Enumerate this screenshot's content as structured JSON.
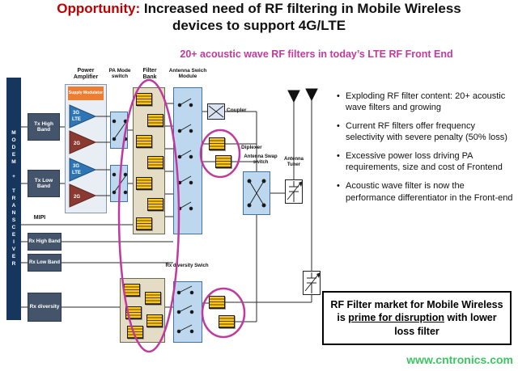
{
  "title": {
    "keyword": "Opportunity:",
    "line1_rest": " Increased need of RF filtering in Mobile Wireless",
    "line2": "devices to support 4G/LTE"
  },
  "subtitle": "20+ acoustic wave RF filters in today’s LTE RF Front End",
  "diagram": {
    "modem_bar": "MODEM + TRANSCEIVER",
    "headers": {
      "power_amplifier": "Power Amplifier",
      "pa_mode_switch": "PA Mode switch",
      "filter_bank": "Filter Bank",
      "antenna_switch_module": "Antenna Swich Module"
    },
    "blocks": {
      "supply_modulator": "Supply Modulator",
      "tx_high_band": "Tx High Band",
      "tx_low_band": "Tx Low Band",
      "mipi": "MIPI",
      "rx_high_band": "Rx High Band",
      "rx_low_band": "Rx Low Band",
      "rx_diversity": "Rx diversity",
      "coupler": "Coupler",
      "diplexer": "Diplexer",
      "antenna_swap_switch": "Antenna Swap switch",
      "antenna_tuner": "Antenna Tuner",
      "rx_diversity_switch": "Rx diversity Swich"
    },
    "amp_labels": {
      "lte_top": "3G",
      "lte_bottom": "LTE",
      "g2": "2G"
    }
  },
  "bullets": [
    "Exploding RF filter content: 20+ acoustic wave filters and growing",
    "Current RF filters offer frequency selectivity with severe penalty (50% loss)",
    "Excessive power loss driving PA requirements, size and cost of Frontend",
    "Acoustic wave filter is now the performance differentiator in the Front-end"
  ],
  "callout": {
    "segment1": "RF Filter market for Mobile Wireless is ",
    "underlined": "prime for disruption",
    "segment2": " with lower loss filter"
  },
  "watermark": "www.cntronics.com",
  "colors": {
    "title_red": "#c00000",
    "subtitle_magenta": "#c13a9e",
    "ellipse_magenta": "#c0399f",
    "watermark_green": "#3fc463",
    "modem_navy": "#17365d",
    "block_slate": "#44546a",
    "switch_blue": "#bdd7ee",
    "filter_tan": "#e4dcc4",
    "filter_yellow": "#ffc51f",
    "supply_orange": "#ed7d31",
    "amp_blue": "#2e75b6",
    "amp_maroon": "#8a3a30"
  }
}
